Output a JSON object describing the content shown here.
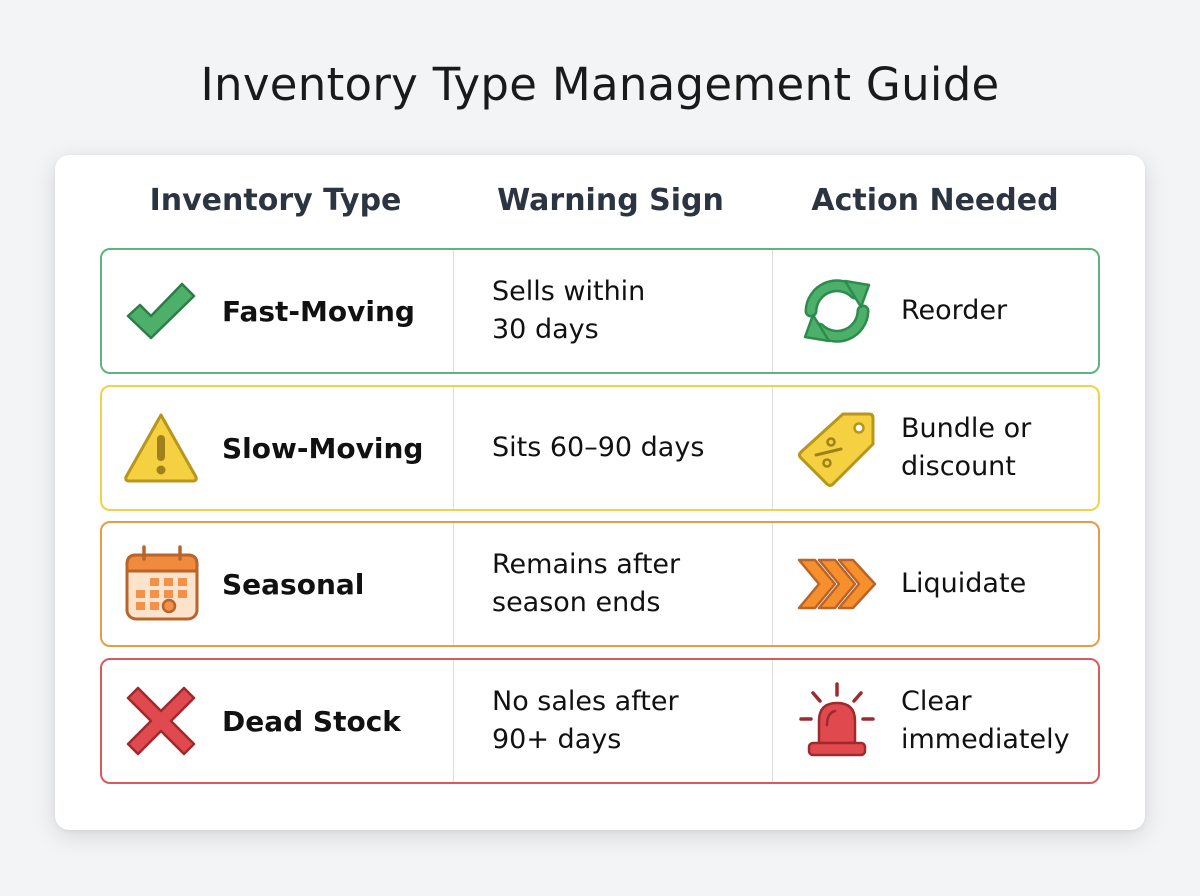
{
  "title": "Inventory Type Management Guide",
  "table": {
    "headers": [
      "Inventory Type",
      "Warning Sign",
      "Action Needed"
    ],
    "rows": [
      {
        "type": "Fast-Moving",
        "type_icon": "checkmark-icon",
        "warning": "Sells within\n30 days",
        "action": "Reorder",
        "action_icon": "refresh-cycle-icon",
        "color": "#5cb57a"
      },
      {
        "type": "Slow-Moving",
        "type_icon": "warning-triangle-icon",
        "warning": "Sits 60–90 days",
        "action": "Bundle or\ndiscount",
        "action_icon": "discount-tag-icon",
        "color": "#f0d24a"
      },
      {
        "type": "Seasonal",
        "type_icon": "calendar-icon",
        "warning": "Remains after\nseason ends",
        "action": "Liquidate",
        "action_icon": "fast-forward-icon",
        "color": "#eb9a45"
      },
      {
        "type": "Dead Stock",
        "type_icon": "x-mark-icon",
        "warning": "No sales after\n90+ days",
        "action": "Clear\nimmediately",
        "action_icon": "alarm-siren-icon",
        "color": "#d85a5e"
      }
    ]
  }
}
